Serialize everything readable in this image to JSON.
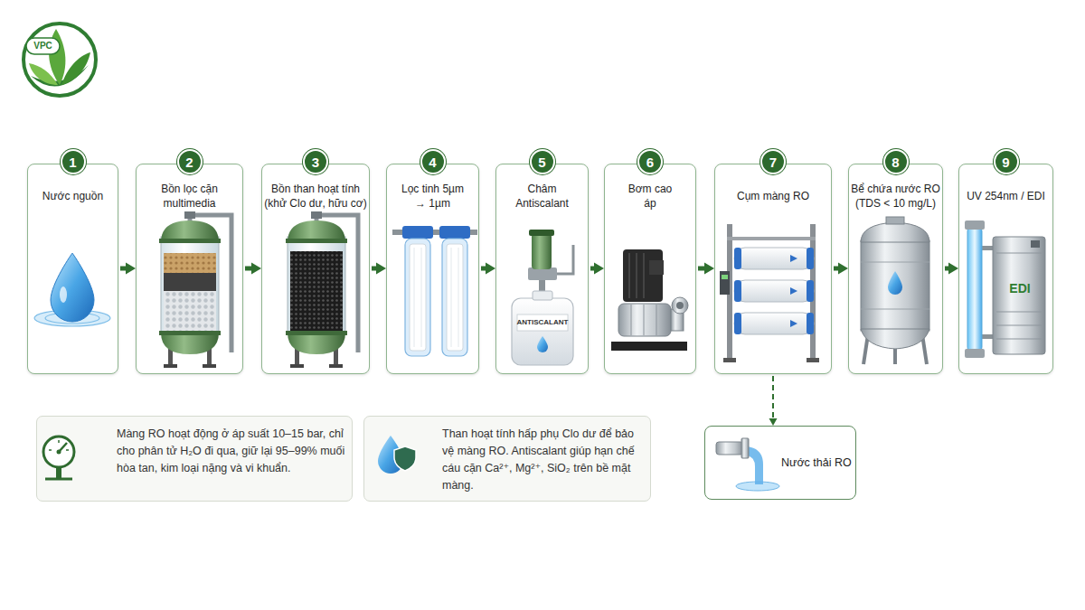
{
  "diagram": {
    "nodes": [
      {
        "text": [
          "Nước nguồn"
        ]
      },
      {
        "text": [
          "1"
        ],
        "in": 0
      },
      {
        "text": [
          "Bồn lọc cặn multimedia"
        ]
      },
      {
        "text": [
          "2"
        ],
        "in": 2
      },
      {
        "text": [
          "Bồn than hoạt tính (khử Clo dư, hữu cơ)"
        ]
      },
      {
        "text": [
          "3"
        ],
        "in": 4
      },
      {
        "text": [
          "Lọc tinh 5µm → 1µm"
        ]
      },
      {
        "text": [
          "4"
        ],
        "in": 6
      },
      {
        "text": [
          "Châm Antiscalant"
        ]
      },
      {
        "text": [
          "5"
        ],
        "in": 8
      },
      {
        "text": [
          "Bơm cao áp"
        ]
      },
      {
        "text": [
          "6"
        ],
        "in": 10
      },
      {
        "text": [
          "Cụm màng RO"
        ]
      },
      {
        "text": [
          "7"
        ],
        "in": 12
      },
      {
        "text": [
          "Bể chứa nước RO (TDS < 10 mg/L)"
        ]
      },
      {
        "text": [
          "8"
        ],
        "in": 14
      },
      {
        "text": [
          "UV 254nm / EDI"
        ]
      },
      {
        "text": [
          "9"
        ],
        "in": 16
      },
      {
        "text": [
          "Nước thải RO"
        ]
      },
      {
        "text": [
          "Màng RO hoạt động ở áp suất 10–15 bar, chỉ cho phân tử H₂O đi qua, giữ lại 95–99% muối hòa tan, kim loại nặng và vi khuẩn."
        ]
      },
      {
        "text": [
          "Than hoạt tính hấp phụ Clo dư để bảo vệ màng RO. Antiscalant giúp hạn chế cáu cặn Ca²⁺, Mg²⁺, SiO₂ trên bề mặt màng."
        ]
      }
    ],
    "edges": [
      {
        "from": 0,
        "to": 2,
        "arrow": "to"
      },
      {
        "from": 2,
        "to": 4,
        "arrow": "to"
      },
      {
        "from": 4,
        "to": 6,
        "arrow": "to"
      },
      {
        "from": 6,
        "to": 8,
        "arrow": "to"
      },
      {
        "from": 8,
        "to": 10,
        "arrow": "to"
      },
      {
        "from": 10,
        "to": 12,
        "arrow": "to"
      },
      {
        "from": 12,
        "to": 14,
        "arrow": "to"
      },
      {
        "from": 14,
        "to": 16,
        "arrow": "to"
      },
      {
        "from": 12,
        "to": 18,
        "arrow": "to"
      }
    ],
    "labels": [
      "VPC",
      "ANTISCALANT",
      "EDI"
    ]
  }
}
